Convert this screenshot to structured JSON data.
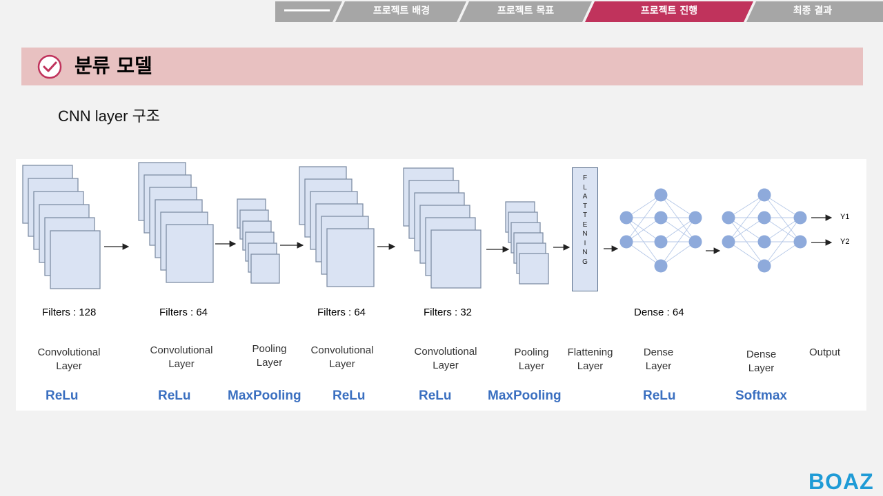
{
  "nav": {
    "tabs": [
      {
        "label": "",
        "active": false
      },
      {
        "label": "프로젝트 배경",
        "active": false
      },
      {
        "label": "프로젝트 목표",
        "active": false
      },
      {
        "label": "프로젝트 진행",
        "active": true
      },
      {
        "label": "최종 결과",
        "active": false
      }
    ]
  },
  "header": {
    "title": "분류 모델"
  },
  "section": {
    "subtitle": "CNN layer 구조"
  },
  "diagram": {
    "flattening_text": "F\nL\nA\nT\nT\nE\nN\nI\nN\nG",
    "outputs": [
      "Y1",
      "Y2"
    ],
    "columns": [
      {
        "filters": "Filters : 128",
        "layer": "Convolutional\nLayer",
        "activation": "ReLu"
      },
      {
        "filters": "Filters : 64",
        "layer": "Convolutional\nLayer",
        "activation": "ReLu"
      },
      {
        "filters": "",
        "layer": "Pooling\nLayer",
        "activation": "MaxPooling"
      },
      {
        "filters": "Filters : 64",
        "layer": "Convolutional\nLayer",
        "activation": "ReLu"
      },
      {
        "filters": "Filters : 32",
        "layer": "Convolutional\nLayer",
        "activation": "ReLu"
      },
      {
        "filters": "",
        "layer": "Pooling\nLayer",
        "activation": "MaxPooling"
      },
      {
        "filters": "",
        "layer": "Flattening\nLayer",
        "activation": ""
      },
      {
        "filters": "Dense : 64",
        "layer": "Dense\nLayer",
        "activation": "ReLu"
      },
      {
        "filters": "",
        "layer": "Dense\nLayer",
        "activation": "Softmax"
      },
      {
        "filters": "",
        "layer": "Output",
        "activation": ""
      }
    ]
  },
  "colors": {
    "active_tab": "#c0335c",
    "inactive_tab": "#a6a6a6",
    "banner": "#e8c1c1",
    "activation": "#3a6fc0",
    "node": "#8eaadb",
    "layer_fill": "#dae3f3"
  },
  "logo": {
    "text": "BOAZ"
  }
}
